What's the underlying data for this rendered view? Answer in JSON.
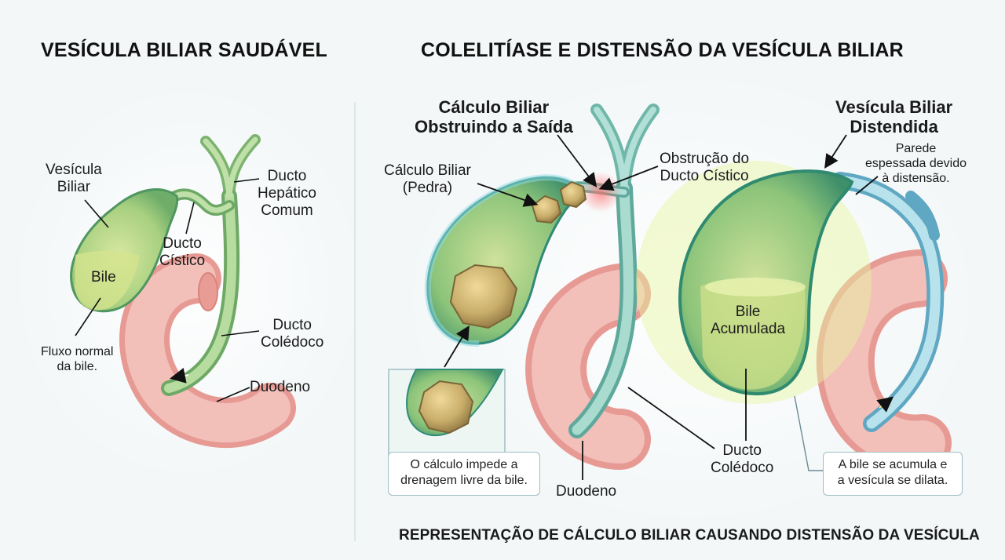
{
  "left_panel": {
    "title": "VESÍCULA BILIAR SAUDÁVEL",
    "labels": {
      "gallbladder": "Vesícula\nBiliar",
      "bile": "Bile",
      "cystic_duct": "Ducto\nCístico",
      "common_hepatic_duct": "Ducto\nHepático\nComum",
      "common_bile_duct": "Ducto\nColédoco",
      "duodenum": "Duodeno",
      "normal_flow": "Fluxo normal\nda bile."
    }
  },
  "right_panel": {
    "title": "COLELITÍASE E DISTENSÃO DA VESÍCULA BILIAR",
    "labels": {
      "stone_obstructing": "Cálculo Biliar\nObstruindo a Saída",
      "stone": "Cálculo Biliar\n(Pedra)",
      "cystic_obstruction": "Obstrução do\nDucto Cístico",
      "distended_gallbladder": "Vesícula Biliar\nDistendida",
      "thick_wall": "Parede\nespessada devido\nà distensão.",
      "accumulated_bile": "Bile\nAcumulada",
      "duodenum": "Duodeno",
      "common_bile_duct": "Ducto\nColédoco"
    },
    "notes": {
      "stone_blocks": "O cálculo impede a\ndrenagem livre da bile.",
      "bile_accumulates": "A bile se acumula e\na vesícula se dilata."
    }
  },
  "footer": "REPRESENTAÇÃO DE CÁLCULO BILIAR CAUSANDO DISTENSÃO DA VESÍCULA",
  "colors": {
    "gallbladder_green": "#8cc47a",
    "bile_yellow": "#c9dc7e",
    "duct_green": "#9ccc8a",
    "duct_blue": "#9fd3df",
    "duodenum_pink": "#f0b3ad",
    "stone": "#c9ad6a",
    "obstruction_red": "#ff6b6b"
  }
}
